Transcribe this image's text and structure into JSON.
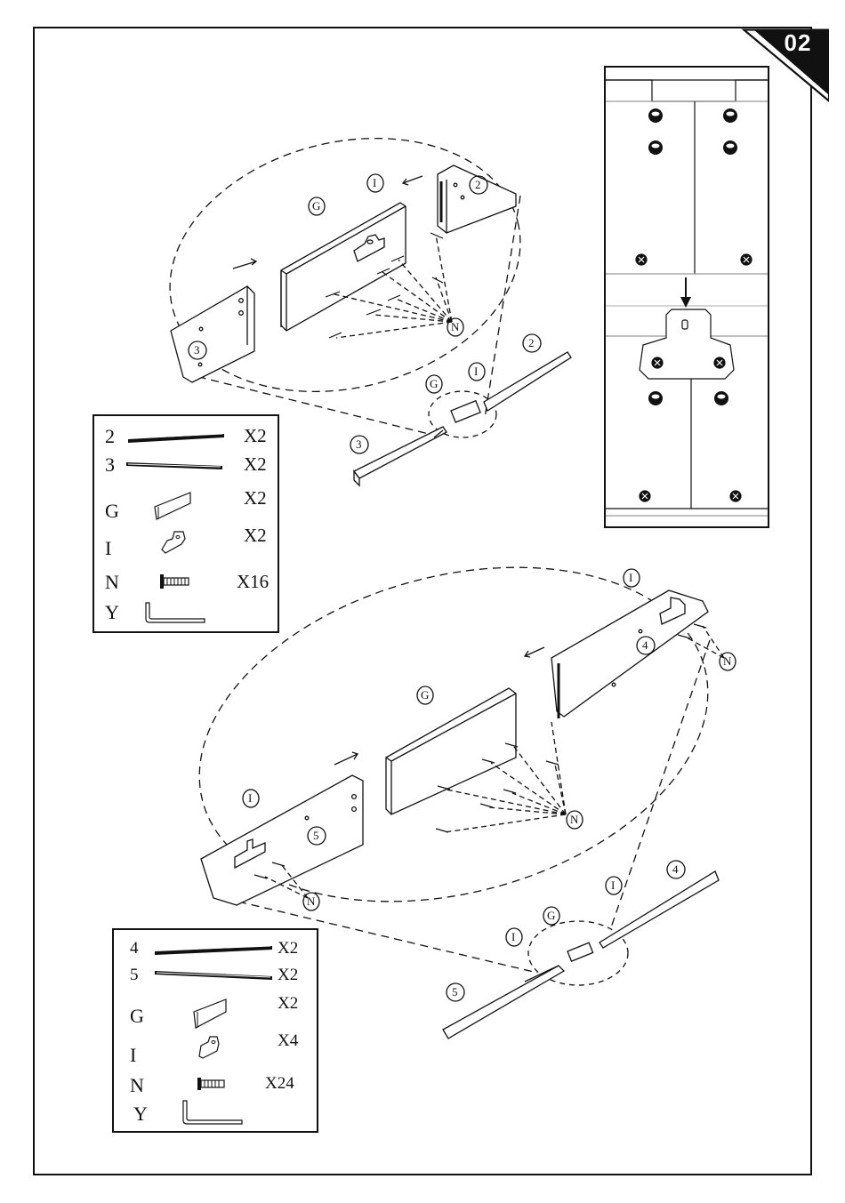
{
  "page": {
    "number": "02"
  },
  "step1": {
    "callouts": {
      "board_2": "2",
      "board_3": "3",
      "bracket_G": "G",
      "plate_I": "I",
      "screw_N": "N"
    },
    "parts_list": [
      {
        "label": "2",
        "qty": "X2",
        "icon": "long-rail-icon"
      },
      {
        "label": "3",
        "qty": "X2",
        "icon": "long-rail-icon"
      },
      {
        "label": "G",
        "qty": "X2",
        "icon": "connector-bracket-icon"
      },
      {
        "label": "I",
        "qty": "X2",
        "icon": "mounting-plate-icon"
      },
      {
        "label": "N",
        "qty": "X16",
        "icon": "screw-icon"
      },
      {
        "label": "Y",
        "qty": "",
        "icon": "allen-key-icon"
      }
    ]
  },
  "step2": {
    "callouts": {
      "board_4": "4",
      "board_5": "5",
      "bracket_G": "G",
      "plate_I": "I",
      "screw_N": "N"
    },
    "parts_list": [
      {
        "label": "4",
        "qty": "X2",
        "icon": "long-rail-icon"
      },
      {
        "label": "5",
        "qty": "X2",
        "icon": "long-rail-icon"
      },
      {
        "label": "G",
        "qty": "X2",
        "icon": "connector-bracket-icon"
      },
      {
        "label": "I",
        "qty": "X4",
        "icon": "mounting-plate-icon"
      },
      {
        "label": "N",
        "qty": "X24",
        "icon": "screw-icon"
      },
      {
        "label": "Y",
        "qty": "",
        "icon": "allen-key-icon"
      }
    ]
  }
}
